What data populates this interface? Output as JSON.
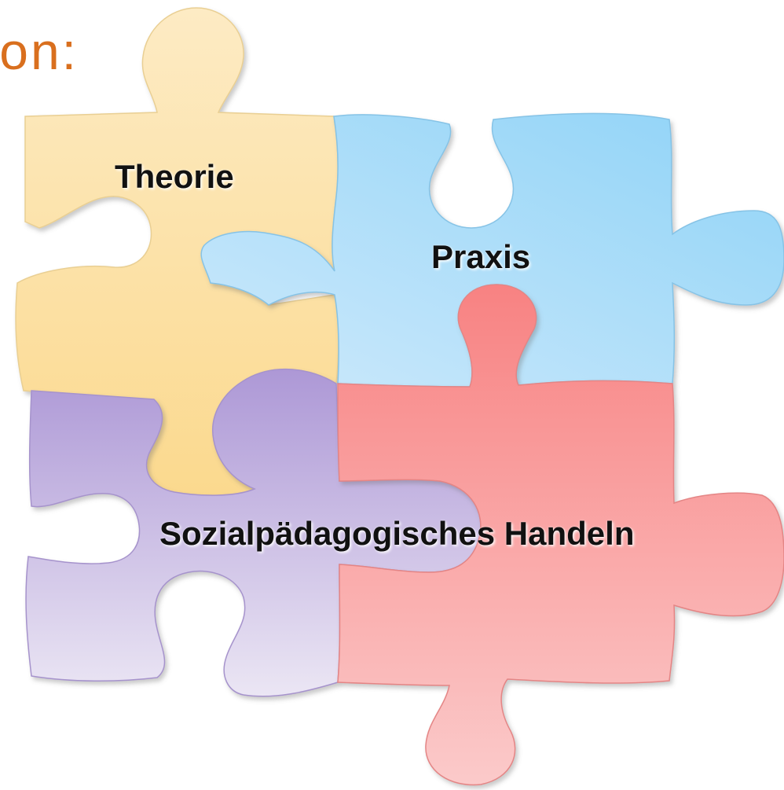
{
  "slide": {
    "title_fragment": "on:",
    "title_color": "#d96f1e"
  },
  "puzzle": {
    "pieces": [
      {
        "label": "Theorie",
        "color": "#fde4a8"
      },
      {
        "label": "Praxis",
        "color": "#a6d9f5"
      },
      {
        "label": "Sozialpädagogisches Handeln",
        "color_purple": "#c3b3e0",
        "color_red": "#f9a3a3"
      }
    ]
  }
}
